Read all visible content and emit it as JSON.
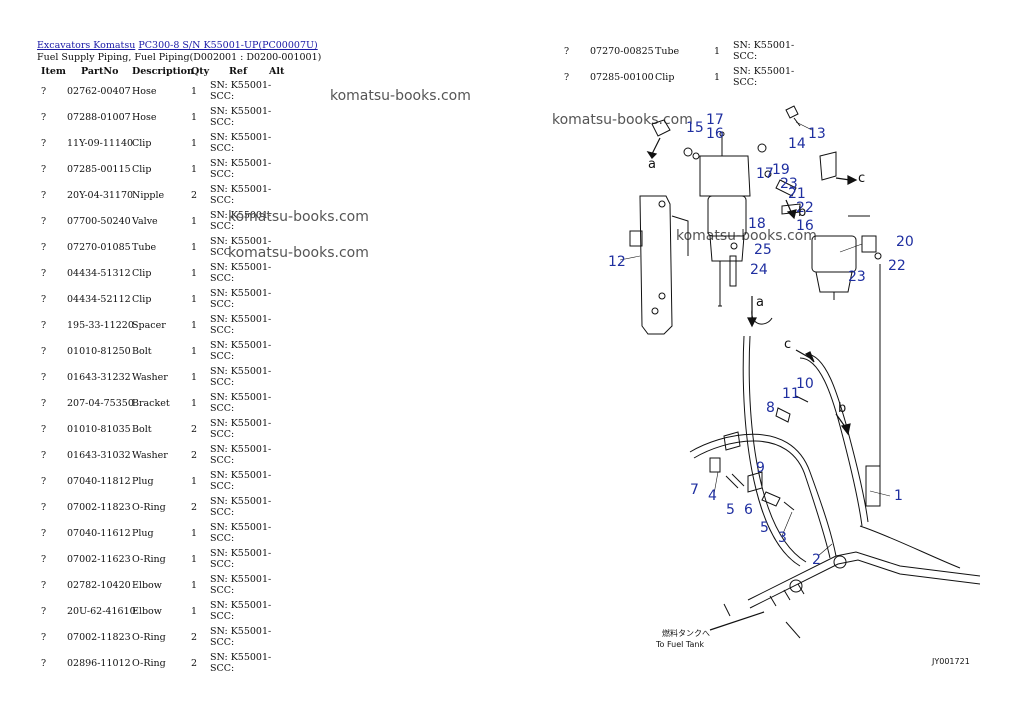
{
  "breadcrumb": {
    "link1": "Excavators Komatsu",
    "link2": "PC300-8 S/N K55001-UP(PC00007U)"
  },
  "subtitle": "Fuel Supply Piping, Fuel Piping(D002001 : D0200-001001)",
  "columns": {
    "item": "Item",
    "partno": "PartNo",
    "description": "Description",
    "qty": "Qty",
    "ref": "Ref",
    "alt": "Alt"
  },
  "parts": [
    {
      "item": "?",
      "partno": "02762-00407",
      "description": "Hose",
      "qty": "1",
      "ref": "SN: K55001-SCC:"
    },
    {
      "item": "?",
      "partno": "07288-01007",
      "description": "Hose",
      "qty": "1",
      "ref": "SN: K55001-SCC:"
    },
    {
      "item": "?",
      "partno": "11Y-09-11140",
      "description": "Clip",
      "qty": "1",
      "ref": "SN: K55001-SCC:"
    },
    {
      "item": "?",
      "partno": "07285-00115",
      "description": "Clip",
      "qty": "1",
      "ref": "SN: K55001-SCC:"
    },
    {
      "item": "?",
      "partno": "20Y-04-31170",
      "description": "Nipple",
      "qty": "2",
      "ref": "SN: K55001-SCC:"
    },
    {
      "item": "?",
      "partno": "07700-50240",
      "description": "Valve",
      "qty": "1",
      "ref": "SN: K55001-SCC:"
    },
    {
      "item": "?",
      "partno": "07270-01085",
      "description": "Tube",
      "qty": "1",
      "ref": "SN: K55001-SCC:"
    },
    {
      "item": "?",
      "partno": "04434-51312",
      "description": "Clip",
      "qty": "1",
      "ref": "SN: K55001-SCC:"
    },
    {
      "item": "?",
      "partno": "04434-52112",
      "description": "Clip",
      "qty": "1",
      "ref": "SN: K55001-SCC:"
    },
    {
      "item": "?",
      "partno": "195-33-11220",
      "description": "Spacer",
      "qty": "1",
      "ref": "SN: K55001-SCC:"
    },
    {
      "item": "?",
      "partno": "01010-81250",
      "description": "Bolt",
      "qty": "1",
      "ref": "SN: K55001-SCC:"
    },
    {
      "item": "?",
      "partno": "01643-31232",
      "description": "Washer",
      "qty": "1",
      "ref": "SN: K55001-SCC:"
    },
    {
      "item": "?",
      "partno": "207-04-75350",
      "description": "Bracket",
      "qty": "1",
      "ref": "SN: K55001-SCC:"
    },
    {
      "item": "?",
      "partno": "01010-81035",
      "description": "Bolt",
      "qty": "2",
      "ref": "SN: K55001-SCC:"
    },
    {
      "item": "?",
      "partno": "01643-31032",
      "description": "Washer",
      "qty": "2",
      "ref": "SN: K55001-SCC:"
    },
    {
      "item": "?",
      "partno": "07040-11812",
      "description": "Plug",
      "qty": "1",
      "ref": "SN: K55001-SCC:"
    },
    {
      "item": "?",
      "partno": "07002-11823",
      "description": "O-Ring",
      "qty": "2",
      "ref": "SN: K55001-SCC:"
    },
    {
      "item": "?",
      "partno": "07040-11612",
      "description": "Plug",
      "qty": "1",
      "ref": "SN: K55001-SCC:"
    },
    {
      "item": "?",
      "partno": "07002-11623",
      "description": "O-Ring",
      "qty": "1",
      "ref": "SN: K55001-SCC:"
    },
    {
      "item": "?",
      "partno": "02782-10420",
      "description": "Elbow",
      "qty": "1",
      "ref": "SN: K55001-SCC:"
    },
    {
      "item": "?",
      "partno": "20U-62-41610",
      "description": "Elbow",
      "qty": "1",
      "ref": "SN: K55001-SCC:"
    },
    {
      "item": "?",
      "partno": "07002-11823",
      "description": "O-Ring",
      "qty": "2",
      "ref": "SN: K55001-SCC:"
    },
    {
      "item": "?",
      "partno": "02896-11012",
      "description": "O-Ring",
      "qty": "2",
      "ref": "SN: K55001-SCC:"
    }
  ],
  "parts_right": [
    {
      "item": "?",
      "partno": "07270-00825",
      "description": "Tube",
      "qty": "1",
      "ref": "SN: K55001-SCC:"
    },
    {
      "item": "?",
      "partno": "07285-00100",
      "description": "Clip",
      "qty": "1",
      "ref": "SN: K55001-SCC:"
    }
  ],
  "watermark": "komatsu-books.com",
  "diagram": {
    "callouts": [
      "1",
      "2",
      "3",
      "4",
      "5",
      "5",
      "6",
      "7",
      "8",
      "9",
      "10",
      "11",
      "12",
      "13",
      "14",
      "15",
      "16",
      "16",
      "17",
      "17",
      "18",
      "19",
      "20",
      "21",
      "22",
      "22",
      "23",
      "23",
      "24",
      "25"
    ],
    "letters": [
      "a",
      "a",
      "b",
      "b",
      "c",
      "c"
    ],
    "to_tank_jp": "燃料タンクへ",
    "to_tank_en": "To Fuel Tank",
    "drawing_id": "JY001721"
  }
}
